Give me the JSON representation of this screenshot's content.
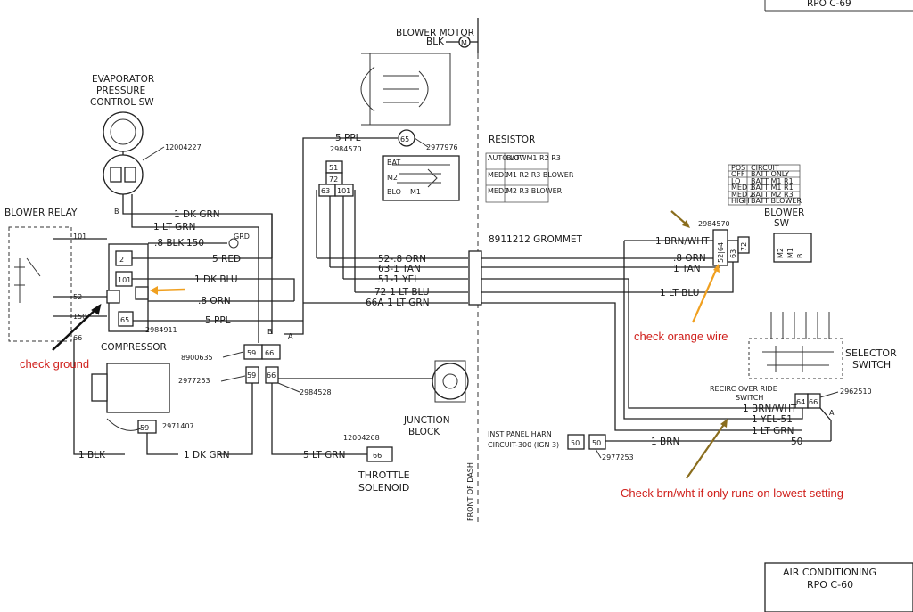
{
  "components": {
    "blower_motor": "BLOWER MOTOR",
    "blower_motor_wire": "BLK",
    "blower_motor_m": "M",
    "evap_sw_1": "EVAPORATOR",
    "evap_sw_2": "PRESSURE",
    "evap_sw_3": "CONTROL SW",
    "evap_connector": "12004227",
    "blower_relay": "BLOWER RELAY",
    "resistor": "RESISTOR",
    "compressor": "COMPRESSOR",
    "grommet": "8911212 GROMMET",
    "junction_block_1": "JUNCTION",
    "junction_block_2": "BLOCK",
    "throttle_1": "THROTTLE",
    "throttle_2": "SOLENOID",
    "throttle_conn": "12004268",
    "blower_sw_1": "BLOWER",
    "blower_sw_2": "SW",
    "selector_1": "SELECTOR",
    "selector_2": "SWITCH",
    "recirc_1": "RECIRC OVER RIDE",
    "recirc_2": "SWITCH",
    "inst_panel_1": "INST PANEL HARN",
    "inst_panel_2": "CIRCUIT-300 (IGN 3)",
    "front_of_dash": "FRONT OF DASH"
  },
  "title_block": {
    "line1": "AIR CONDITIONING",
    "line2": "RPO C-60",
    "top_partial": "RPO C-69"
  },
  "connectors": {
    "c2984570_top": "2984570",
    "c2977976": "2977976",
    "c2984911": "2984911",
    "c8900635": "8900635",
    "c2977253_a": "2977253",
    "c2984528": "2984528",
    "c2971407": "2971407",
    "c2984570_right": "2984570",
    "c2962510": "2962510",
    "c2977253_b": "2977253"
  },
  "terminals": {
    "t65": "65",
    "t51": "51",
    "t72": "72",
    "t63": "63",
    "t101": "101",
    "t59": "59",
    "t66": "66",
    "t66b": "66",
    "t50a": "50",
    "t50b": "50",
    "tB": "B",
    "tA": "A",
    "tB2": "B",
    "tA2": "A",
    "t52": "52",
    "t64": "64",
    "t63r": "63",
    "t72r": "72",
    "t150": "150",
    "t101r": "101",
    "t66c": "66",
    "t_grd": "GRD"
  },
  "wires": {
    "w_1_dk_grn": "1 DK GRN",
    "w_1_lt_grn": "1 LT GRN",
    "w_8_blk_150": ".8 BLK-150",
    "w_5_red": "5 RED",
    "w_1_dk_blu": "1 DK BLU",
    "w_8_orn": ".8 ORN",
    "w_5_ppl": "5 PPL",
    "w_5_ppl_top": "5 PPL",
    "w_52_8orn": "52-.8 ORN",
    "w_63_1tan": "63-1 TAN",
    "w_51_1yel": "51-1 YEL",
    "w_72_1ltblu": "72-1 LT BLU",
    "w_66a_1ltgrn": "66A-1 LT GRN",
    "w_2_5red": "2-5 RED",
    "w_5_lt_grn": "5 LT GRN",
    "w_1_blk": "1 BLK",
    "w_1_dk_grn_b": "1 DK GRN",
    "w_r_1brnwht": "1 BRN/WHT",
    "w_r_8orn": ".8 ORN",
    "w_r_1tan": "1 TAN",
    "w_r_1ltblu": "1 LT BLU",
    "w_s_1brnwht": "1 BRN/WHT",
    "w_s_1yel51": "1 YEL-51",
    "w_s_1ltgrn": "1 LT GRN",
    "w_s_50": "50",
    "w_1_brn": "1 BRN",
    "w_B": "B"
  },
  "resistor_table": {
    "rows": [
      [
        "AUTO LOW",
        "BATT M1 R2 R3"
      ],
      [
        "MED1",
        "M1 R2 R3 BLOWER"
      ],
      [
        "MED2",
        "M2 R3 BLOWER"
      ]
    ]
  },
  "blower_sw_table": {
    "rows": [
      [
        "POS",
        "CIRCUIT"
      ],
      [
        "OFF",
        "BATT ONLY"
      ],
      [
        "LO",
        "BATT M1 R1"
      ],
      [
        "MED 1",
        "BATT M1 R1"
      ],
      [
        "MED 2",
        "BATT M2 R3"
      ],
      [
        "HIGH",
        "BATT BLOWER"
      ]
    ]
  },
  "annotations": {
    "check_ground": "check ground",
    "check_orange": "check orange wire",
    "check_brnwht": "Check brn/wht if only runs on lowest setting",
    "colors": {
      "red": "#d0201c",
      "orange": "#f0a020",
      "dark": "#111111",
      "olive": "#8a6d1d"
    }
  }
}
